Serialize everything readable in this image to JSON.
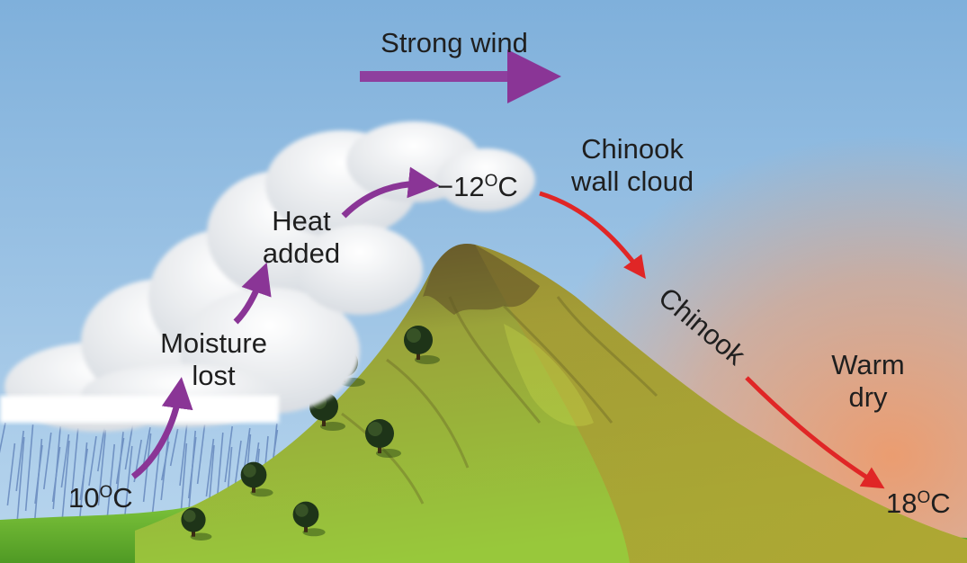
{
  "labels": {
    "wind": "Strong wind",
    "wall_cloud_line1": "Chinook",
    "wall_cloud_line2": "wall cloud",
    "heat_line1": "Heat",
    "heat_line2": "added",
    "moisture_line1": "Moisture",
    "moisture_line2": "lost",
    "chinook": "Chinook",
    "warm_line1": "Warm",
    "warm_line2": "dry"
  },
  "temperatures": {
    "base": {
      "value": "10",
      "degree": "O",
      "unit": "C"
    },
    "summit": {
      "value": "−12",
      "degree": "O",
      "unit": "C"
    },
    "leeward": {
      "value": "18",
      "degree": "O",
      "unit": "C"
    }
  },
  "colors": {
    "sky_top": "#7fb0db",
    "sky_bottom": "#b9d6ee",
    "warm_air": "#ee9a6a",
    "cloud": "#ffffff",
    "rain": "#5d7fb7",
    "mountain_green": "#8fc437",
    "mountain_brown": "#6b5a2e",
    "ground_green": "#69b52e",
    "wind_arrow": "#8e3f9e",
    "rise_arrow": "#8a3596",
    "chinook_arrow": "#e02626"
  }
}
